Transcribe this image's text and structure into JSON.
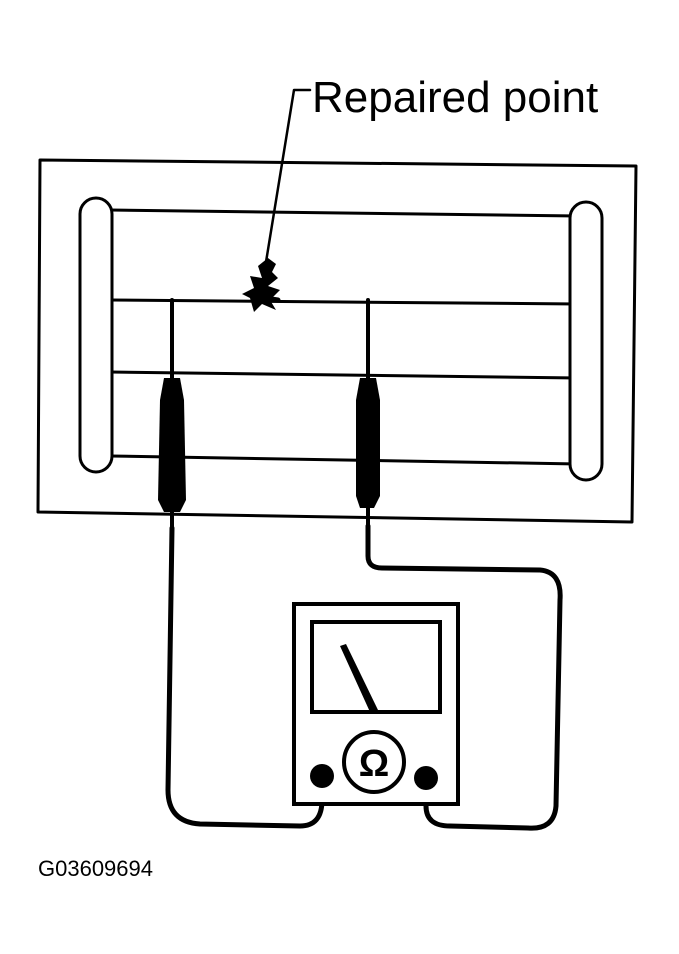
{
  "callout": {
    "label": "Repaired point"
  },
  "figure": {
    "id": "G03609694"
  },
  "instrument": {
    "dial_symbol": "Ω"
  }
}
